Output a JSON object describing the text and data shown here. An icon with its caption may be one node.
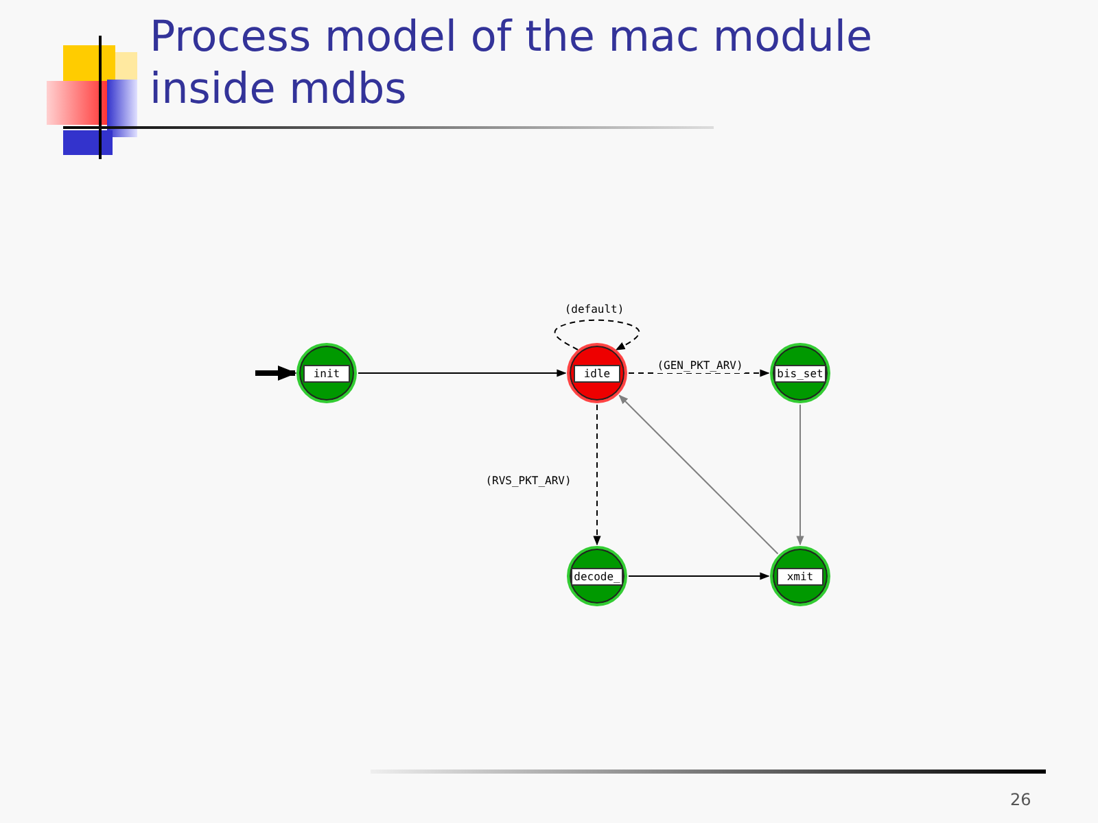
{
  "diagram": {
    "title": "Process model of the mac module inside mdbs",
    "nodes": [
      {
        "text": [
          "init"
        ]
      },
      {
        "text": [
          "idle"
        ]
      },
      {
        "text": [
          "bis_set"
        ]
      },
      {
        "text": [
          "decode_"
        ]
      },
      {
        "text": [
          "xmit"
        ]
      }
    ],
    "edges": [
      {
        "from": null,
        "to": 0,
        "arrow": "to",
        "style": "thick"
      },
      {
        "from": 0,
        "to": 1,
        "arrow": "to"
      },
      {
        "from": 1,
        "to": 1,
        "arrow": "to",
        "style": "dashed",
        "label": "(default)"
      },
      {
        "from": 1,
        "to": 2,
        "arrow": "to",
        "style": "dashed",
        "label": "(GEN_PKT_ARV)"
      },
      {
        "from": 1,
        "to": 3,
        "arrow": "to",
        "style": "dashed",
        "label": "(RVS_PKT_ARV)"
      },
      {
        "from": 2,
        "to": 4,
        "arrow": "to",
        "color": "#808080"
      },
      {
        "from": 3,
        "to": 4,
        "arrow": "to"
      },
      {
        "from": 4,
        "to": 1,
        "arrow": "to",
        "color": "#808080"
      }
    ],
    "labels": [
      "26"
    ]
  }
}
